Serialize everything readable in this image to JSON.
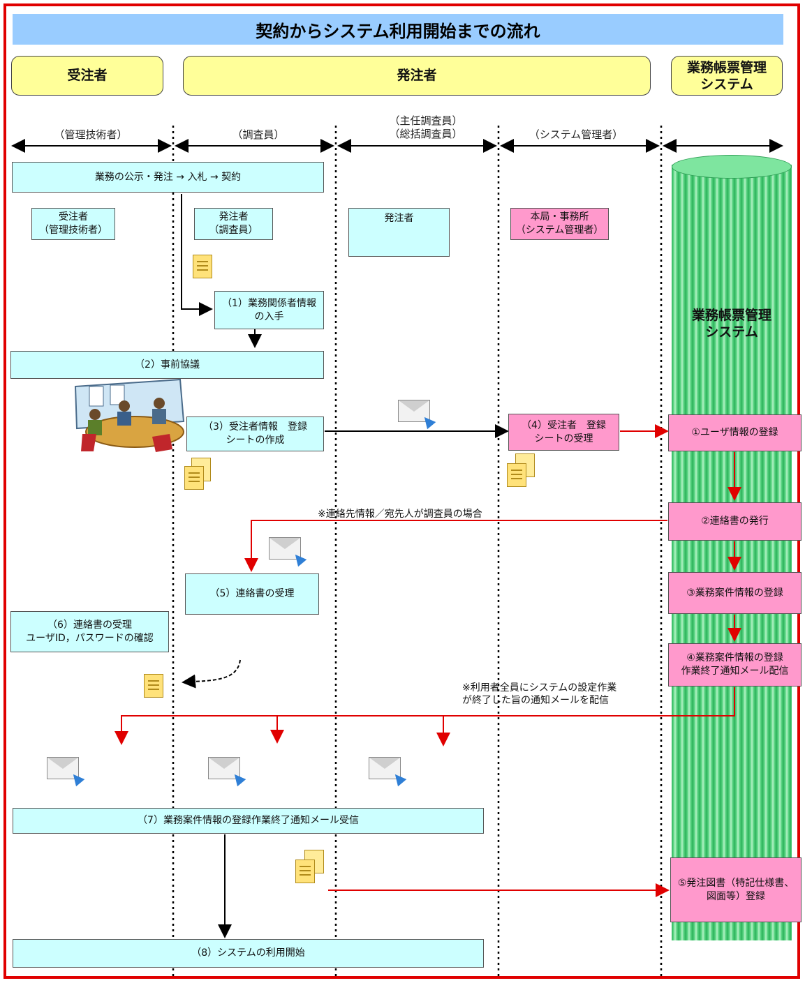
{
  "title": "契約からシステム利用開始までの流れ",
  "headers": {
    "contractor": "受注者",
    "orderer": "発注者",
    "system": "業務帳票管理\nシステム"
  },
  "roles": {
    "manager": "（管理技術者）",
    "investigator": "（調査員）",
    "chief": "（主任調査員）\n（総括調査員）",
    "admin": "（システム管理者）"
  },
  "boxes": {
    "bid": "業務の公示・発注 → 入札 → 契約",
    "contractor_manager": "受注者\n（管理技術者）",
    "orderer_investigator": "発注者\n（調査員）",
    "orderer": "発注者",
    "office": "本局・事務所\n（システム管理者）",
    "step1": "（1）業務関係者情報\nの入手",
    "step2": "（2）事前協議",
    "step3": "（3）受注者情報　登録\nシートの作成",
    "step4": "（4）受注者　登録\nシートの受理",
    "step5": "（5）連絡書の受理",
    "step6": "（6）連絡書の受理\nユーザID，パスワードの確認",
    "step7": "（7）業務案件情報の登録作業終了通知メール受信",
    "step8": "（8）システムの利用開始"
  },
  "system_steps": {
    "s1": "①ユーザ情報の登録",
    "s2": "②連絡書の発行",
    "s3": "③業務案件情報の登録",
    "s4": "④業務案件情報の登録\n作業終了通知メール配信",
    "s5": "⑤発注図書（特記仕様書、\n図面等）登録"
  },
  "system_label": "業務帳票管理\nシステム",
  "notes": {
    "note1": "※連絡先情報／宛先人が調査員の場合",
    "note2": "※利用者全員にシステムの設定作業\nが終了した旨の通知メールを配信"
  },
  "colors": {
    "title_bg": "#99ccff",
    "header_bg": "#ffff99",
    "cyan": "#ccffff",
    "pink": "#ff99cc",
    "frame": "#e00000",
    "system_green": "#2bb35a"
  }
}
